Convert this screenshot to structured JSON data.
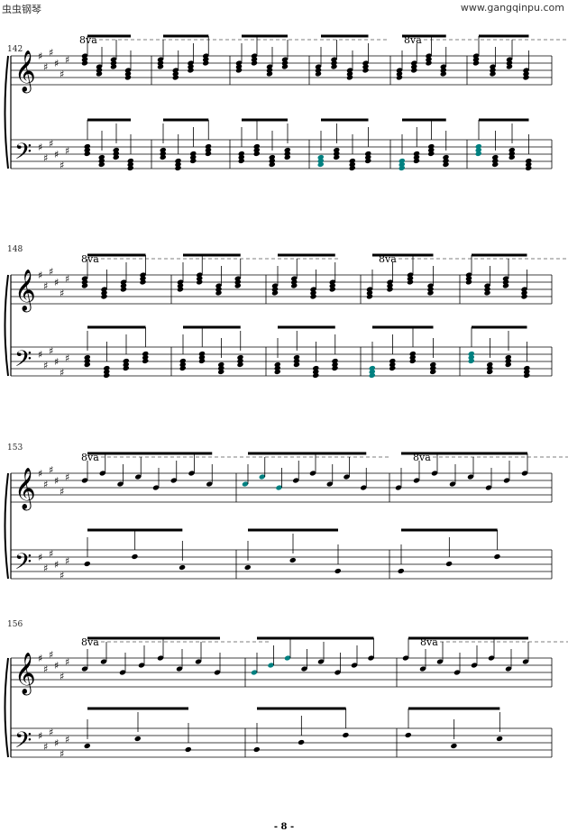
{
  "header": {
    "left": "虫虫钢琴",
    "right": "www.gangqinpu.com"
  },
  "systems": [
    {
      "measure_number": "142",
      "ottava": [
        "8va",
        "8va"
      ]
    },
    {
      "measure_number": "148",
      "ottava": [
        "8va",
        "8va"
      ]
    },
    {
      "measure_number": "153",
      "ottava": [
        "8va",
        "8va"
      ]
    },
    {
      "measure_number": "156",
      "ottava": [
        "8va",
        "8va"
      ]
    }
  ],
  "footer": {
    "page": "- 8 -"
  },
  "colors": {
    "ink": "#000000",
    "highlight": "#008080"
  }
}
